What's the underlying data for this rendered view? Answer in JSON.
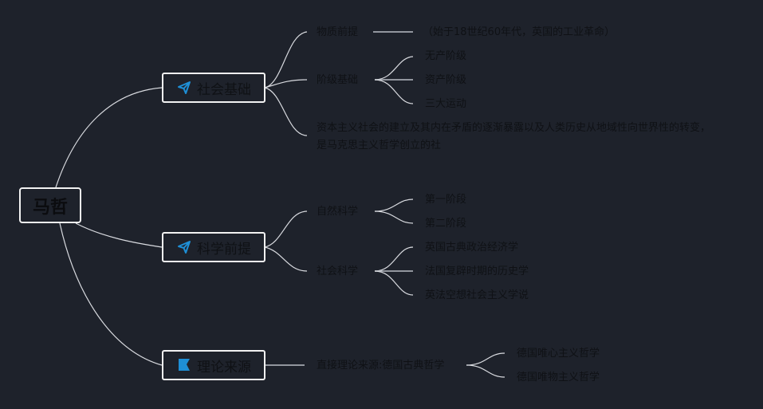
{
  "root": {
    "label": "马哲"
  },
  "colors": {
    "background": "#1e222b",
    "text": "#0f1115",
    "line": "#d8dadf",
    "icon": "#1e8fd6"
  },
  "branches": [
    {
      "label": "社会基础",
      "icon": "paper-plane-icon",
      "children": [
        {
          "label": "物质前提",
          "children": [
            {
              "label": "（始于18世纪60年代，英国的工业革命）"
            }
          ]
        },
        {
          "label": "阶级基础",
          "children": [
            {
              "label": "无产阶级"
            },
            {
              "label": "资产阶级"
            },
            {
              "label": "三大运动"
            }
          ]
        },
        {
          "label": "资本主义社会的建立及其内在矛盾的逐渐暴露以及人类历史从地域性向世界性的转变，是马克思主义哲学创立的社"
        }
      ]
    },
    {
      "label": "科学前提",
      "icon": "paper-plane-icon",
      "children": [
        {
          "label": "自然科学",
          "children": [
            {
              "label": "第一阶段"
            },
            {
              "label": "第二阶段"
            }
          ]
        },
        {
          "label": "社会科学",
          "children": [
            {
              "label": "英国古典政治经济学"
            },
            {
              "label": "法国复辟时期的历史学"
            },
            {
              "label": "英法空想社会主义学说"
            }
          ]
        }
      ]
    },
    {
      "label": "理论来源",
      "icon": "flag-icon",
      "children": [
        {
          "label": "直接理论来源:德国古典哲学",
          "children": [
            {
              "label": "德国唯心主义哲学"
            },
            {
              "label": "德国唯物主义哲学"
            }
          ]
        }
      ]
    }
  ]
}
